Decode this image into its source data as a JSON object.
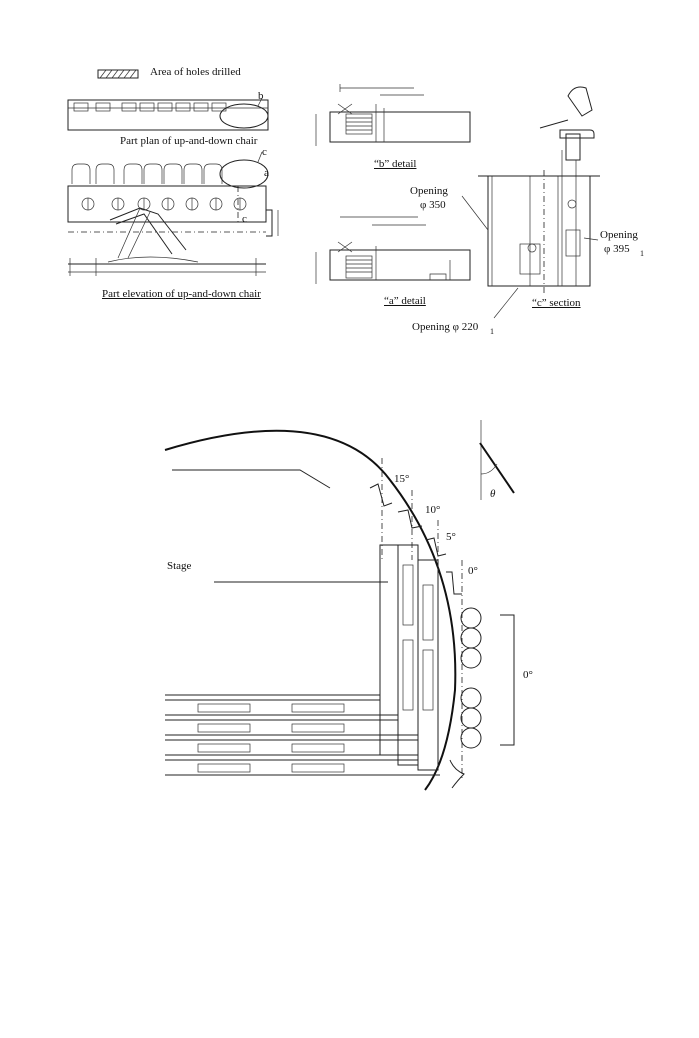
{
  "figure_top": {
    "legend_label": "Area of holes drilled",
    "plan_caption": "Part plan of up-and-down chair",
    "elevation_caption": "Part elevation of up-and-down chair",
    "marker_b": "b",
    "marker_c_top": "c",
    "marker_a": "a",
    "marker_c_bottom": "c",
    "b_detail_caption": "“b” detail",
    "a_detail_caption": "“a” detail",
    "c_section_caption": "“c” section",
    "opening_350_line1": "Opening",
    "opening_350_line2": "φ 350",
    "opening_395_line1": "Opening",
    "opening_395_line2": "φ 395",
    "opening_395_sub": "1",
    "opening_220": "Opening φ 220",
    "opening_220_sub": "1"
  },
  "figure_bottom": {
    "stage_label": "Stage",
    "angle_15": "15°",
    "angle_10": "10°",
    "angle_5": "5°",
    "angle_0_a": "0°",
    "angle_0_b": "0°",
    "theta": "θ"
  }
}
